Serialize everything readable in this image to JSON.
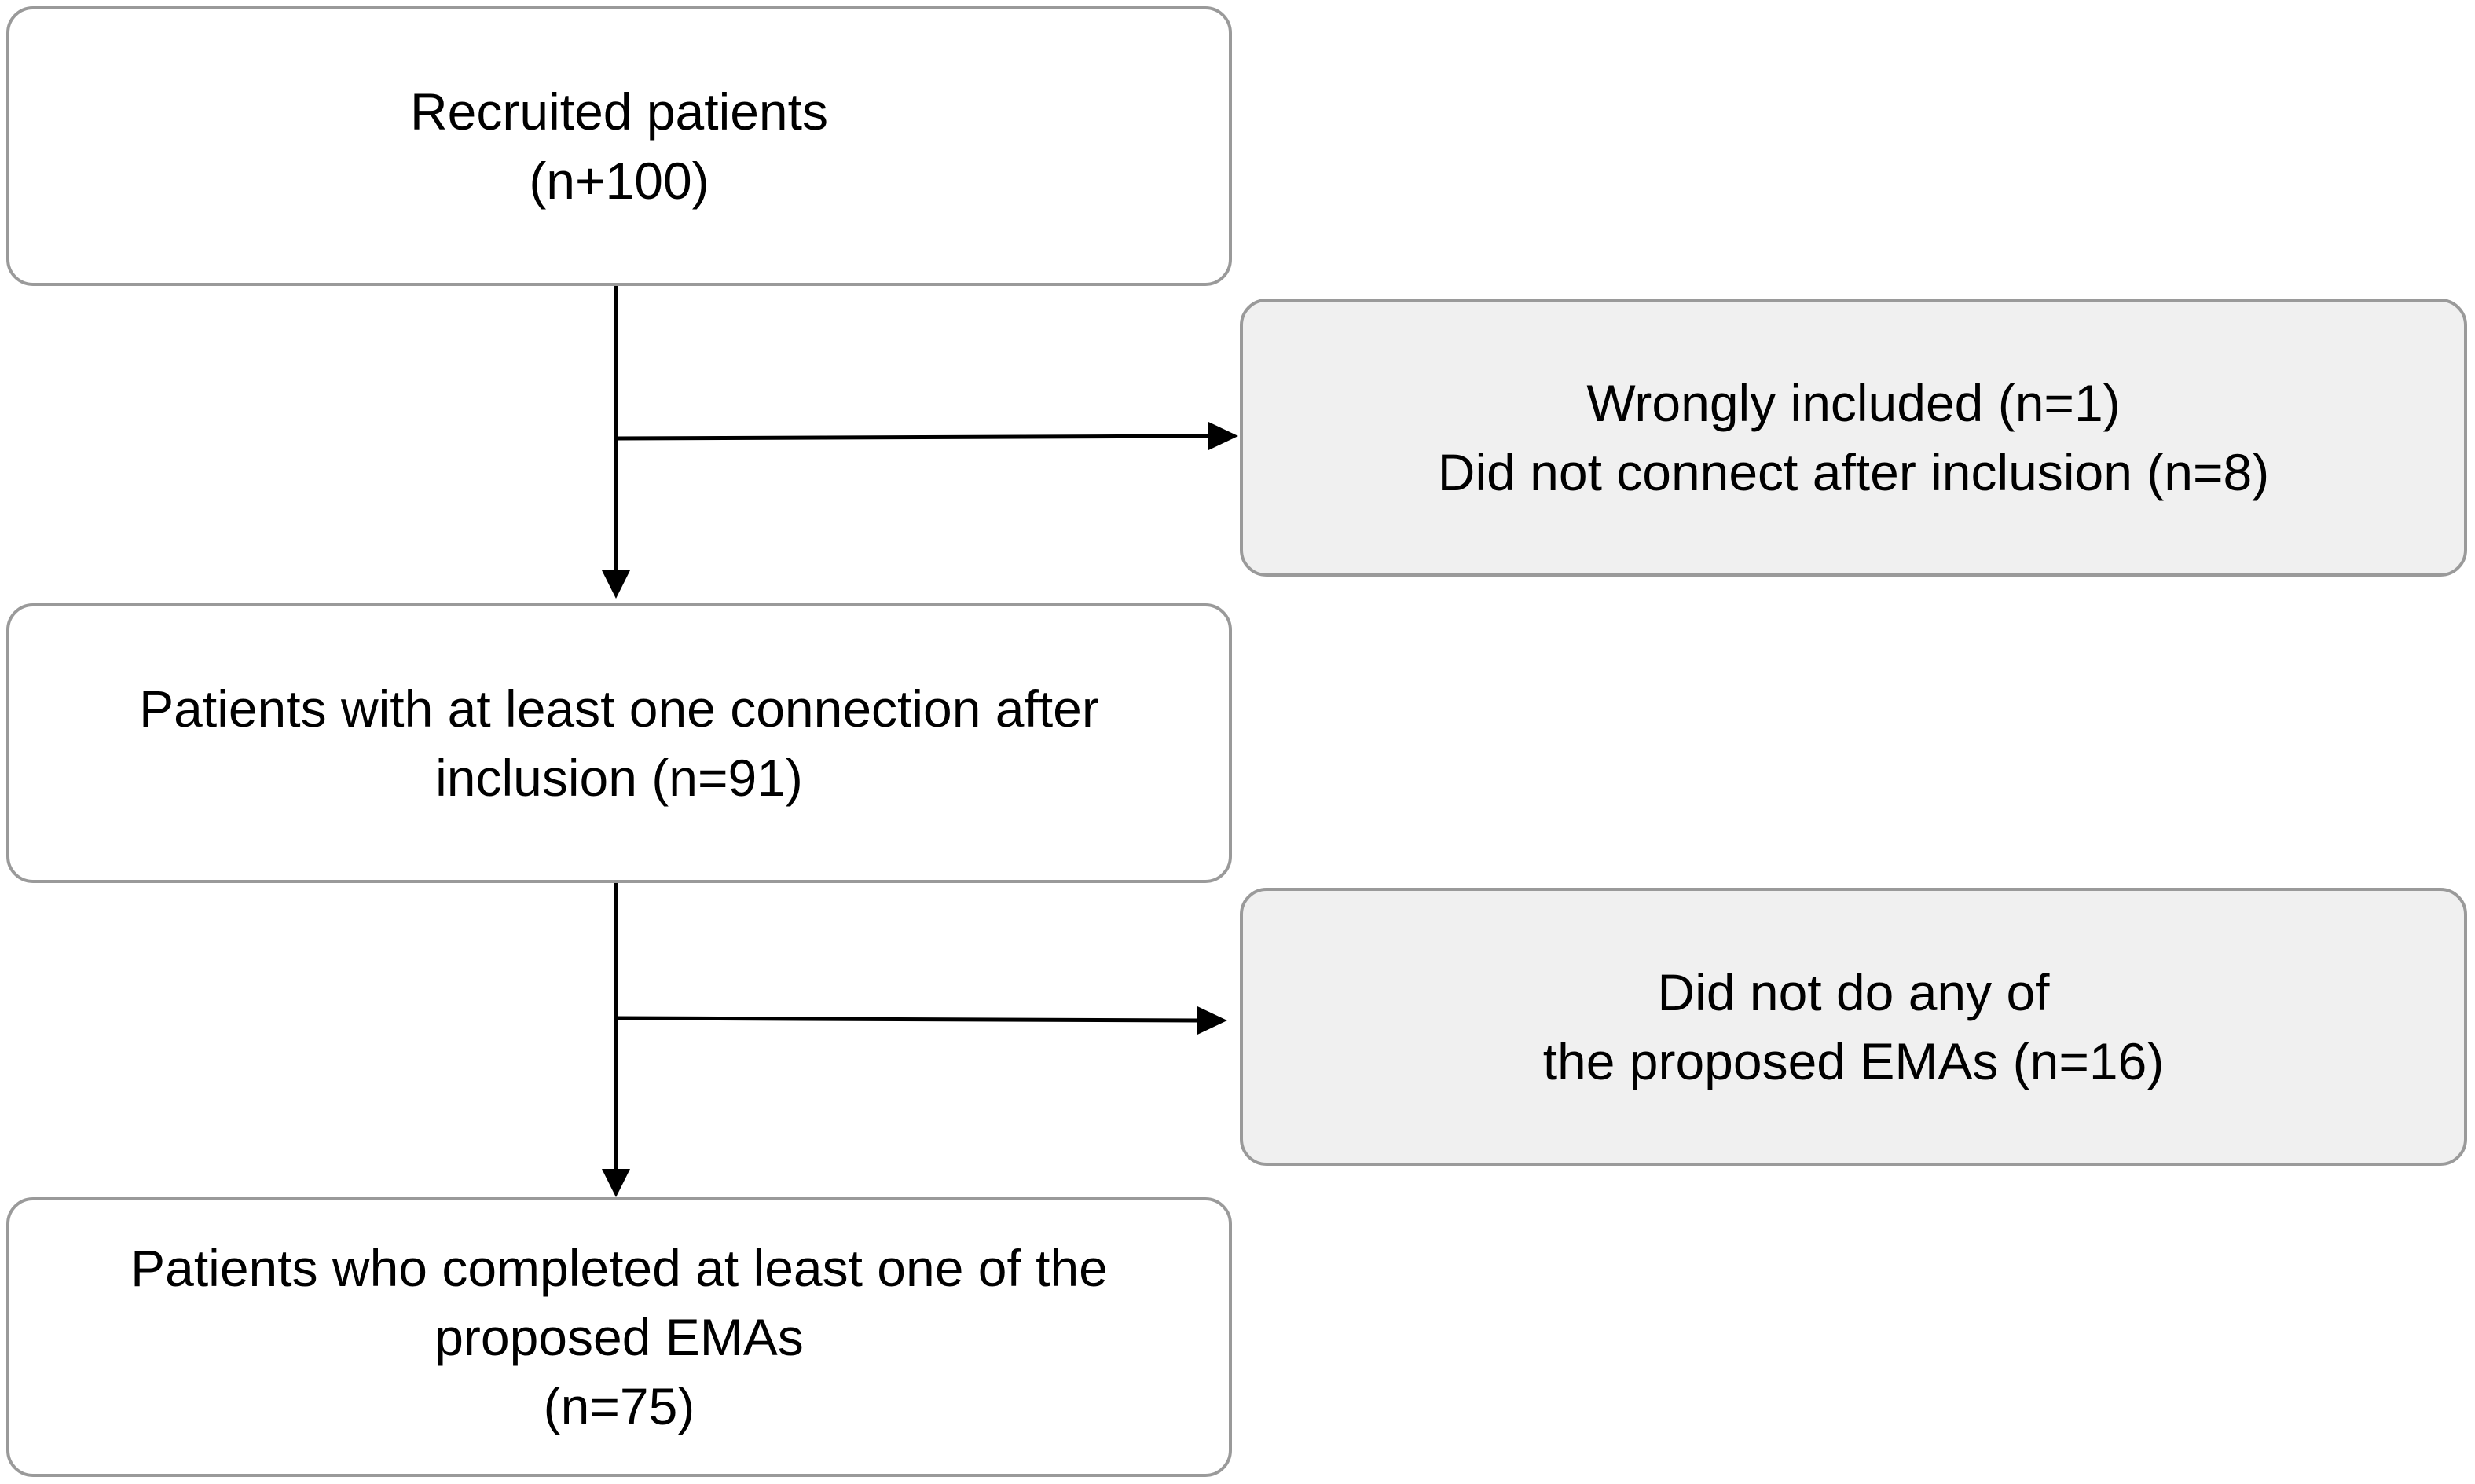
{
  "flowchart": {
    "recruited": {
      "line1": "Recruited patients",
      "line2": "(n+100)"
    },
    "excluded_first": {
      "line1": "Wrongly included (n=1)",
      "line2": "Did not connect after inclusion (n=8)"
    },
    "connected": {
      "line1": "Patients with at least one connection after",
      "line2": "inclusion (n=91)"
    },
    "excluded_second": {
      "line1": "Did not do any of",
      "line2": "the proposed EMAs (n=16)"
    },
    "completed": {
      "line1": "Patients who completed at least one of the",
      "line2": "proposed EMAs",
      "line3": "(n=75)"
    }
  },
  "colors": {
    "main_box_fill": "#ffffff",
    "side_box_fill": "#f0f0f0",
    "box_border": "#9a9a9a",
    "arrow": "#000000"
  }
}
